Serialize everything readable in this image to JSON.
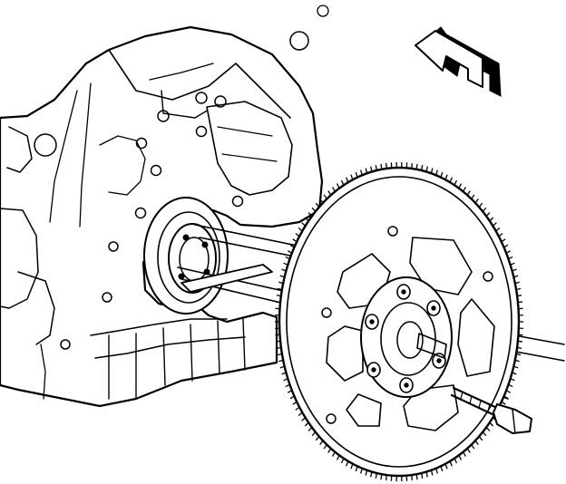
{
  "figure": {
    "description_visible_text": "",
    "colors": {
      "ink": "#000000",
      "paper": "#ffffff"
    },
    "icons": {
      "direction_arrow": "arrow-up-left-icon",
      "bolt": "bolt-icon"
    },
    "components": {
      "engine_block": "engine-block",
      "crankshaft_flange": "crankshaft-flange",
      "flywheel": "flywheel",
      "spacer_plate": "spacer-plate",
      "mounting_bolt": "flywheel-bolt",
      "alignment_guides": "alignment-guide-lines"
    },
    "flywheel_tooth_count": 150,
    "flywheel_bolt_count": 6
  }
}
